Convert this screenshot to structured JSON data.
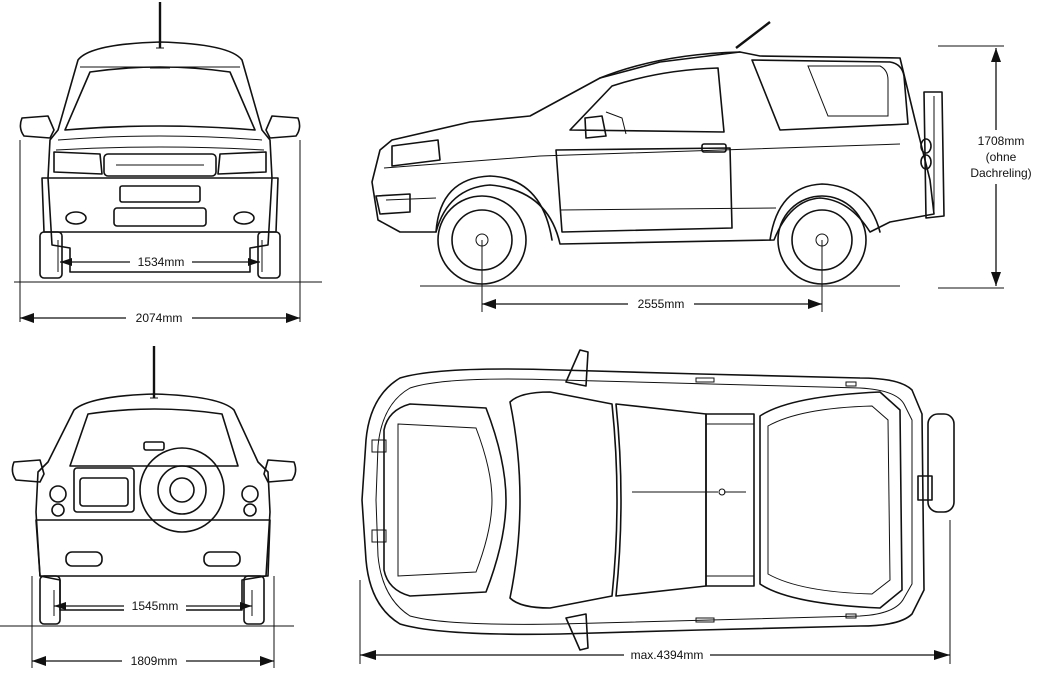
{
  "dimensions": {
    "front_track": "1534mm",
    "front_width": "2074mm",
    "wheelbase": "2555mm",
    "height_line1": "1708mm",
    "height_line2": "(ohne",
    "height_line3": "Dachreling)",
    "rear_track": "1545mm",
    "rear_width": "1809mm",
    "length": "max.4394mm"
  }
}
